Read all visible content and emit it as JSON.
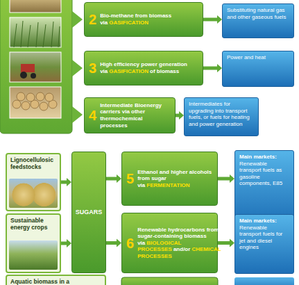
{
  "diagram": {
    "nodes": [
      {
        "text": [
          "2",
          "Bio-methane from biomass via",
          "GASIFICATION"
        ]
      },
      {
        "text": [
          "Substituting natural gas and other gaseous fuels"
        ]
      },
      {
        "text": [
          "3",
          "High efficiency power generation via",
          "GASIFICATION",
          "of biomass"
        ]
      },
      {
        "text": [
          "Power and heat"
        ]
      },
      {
        "text": [
          "4",
          "Intermediate Bioenergy carriers via other thermochemical processes"
        ]
      },
      {
        "text": [
          "Intermediates for upgrading into transport fuels, or fuels for heating and power generation"
        ]
      },
      {
        "text": [
          "Lignocellulosic feedstocks"
        ]
      },
      {
        "text": [
          "Sustainable energy crops"
        ]
      },
      {
        "text": [
          "SUGARS"
        ]
      },
      {
        "text": [
          "5",
          "Ethanol and higher alcohols from sugar via",
          "FERMENTATION"
        ]
      },
      {
        "text": [
          "Main markets:",
          "Renewable transport fuels as gasoline components, E85"
        ]
      },
      {
        "text": [
          "6",
          "Renewable hydrocarbons from sugar-containing biomass via",
          "BIOLOGICAL PROCESSES",
          "and/or",
          "CHEMICAL PROCESSES"
        ]
      },
      {
        "text": [
          "Main markets:",
          "Renewable transport fuels for jet and diesel engines"
        ]
      },
      {
        "text": [
          "Aquatic biomass in a"
        ]
      }
    ],
    "edges": [
      {
        "from": 0,
        "to": 1,
        "arrow": "to"
      },
      {
        "from": 2,
        "to": 3,
        "arrow": "to"
      },
      {
        "from": 4,
        "to": 5,
        "arrow": "to"
      },
      {
        "from": 6,
        "to": 8,
        "arrow": "to"
      },
      {
        "from": 7,
        "to": 8,
        "arrow": "to"
      },
      {
        "from": 8,
        "to": 9,
        "arrow": "to"
      },
      {
        "from": 8,
        "to": 11,
        "arrow": "to"
      },
      {
        "from": 9,
        "to": 10,
        "arrow": "to"
      },
      {
        "from": 11,
        "to": 12,
        "arrow": "to"
      }
    ]
  }
}
